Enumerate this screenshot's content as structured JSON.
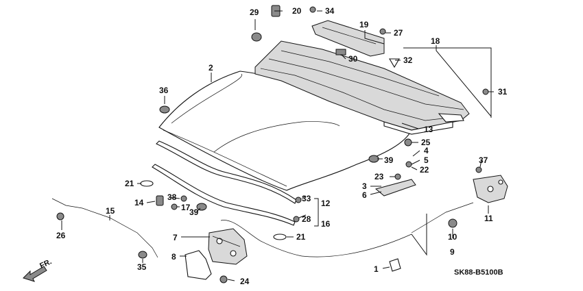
{
  "diagram_code": "SK88-B5100B",
  "front_arrow_label": "FR.",
  "parts": [
    {
      "id": "p1",
      "label": "1"
    },
    {
      "id": "p2",
      "label": "2"
    },
    {
      "id": "p3",
      "label": "3"
    },
    {
      "id": "p4",
      "label": "4"
    },
    {
      "id": "p5",
      "label": "5"
    },
    {
      "id": "p6",
      "label": "6"
    },
    {
      "id": "p7",
      "label": "7"
    },
    {
      "id": "p8",
      "label": "8"
    },
    {
      "id": "p9",
      "label": "9"
    },
    {
      "id": "p10",
      "label": "10"
    },
    {
      "id": "p11",
      "label": "11"
    },
    {
      "id": "p12",
      "label": "12"
    },
    {
      "id": "p13",
      "label": "13"
    },
    {
      "id": "p14",
      "label": "14"
    },
    {
      "id": "p15",
      "label": "15"
    },
    {
      "id": "p16",
      "label": "16"
    },
    {
      "id": "p17",
      "label": "17"
    },
    {
      "id": "p18",
      "label": "18"
    },
    {
      "id": "p19",
      "label": "19"
    },
    {
      "id": "p20",
      "label": "20"
    },
    {
      "id": "p21a",
      "label": "21"
    },
    {
      "id": "p21b",
      "label": "21"
    },
    {
      "id": "p22",
      "label": "22"
    },
    {
      "id": "p23",
      "label": "23"
    },
    {
      "id": "p24",
      "label": "24"
    },
    {
      "id": "p25",
      "label": "25"
    },
    {
      "id": "p26",
      "label": "26"
    },
    {
      "id": "p27",
      "label": "27"
    },
    {
      "id": "p28",
      "label": "28"
    },
    {
      "id": "p29",
      "label": "29"
    },
    {
      "id": "p30",
      "label": "30"
    },
    {
      "id": "p31",
      "label": "31"
    },
    {
      "id": "p32",
      "label": "32"
    },
    {
      "id": "p33",
      "label": "33"
    },
    {
      "id": "p34",
      "label": "34"
    },
    {
      "id": "p35",
      "label": "35"
    },
    {
      "id": "p36",
      "label": "36"
    },
    {
      "id": "p37",
      "label": "37"
    },
    {
      "id": "p38",
      "label": "38"
    },
    {
      "id": "p39a",
      "label": "39"
    },
    {
      "id": "p39b",
      "label": "39"
    }
  ]
}
